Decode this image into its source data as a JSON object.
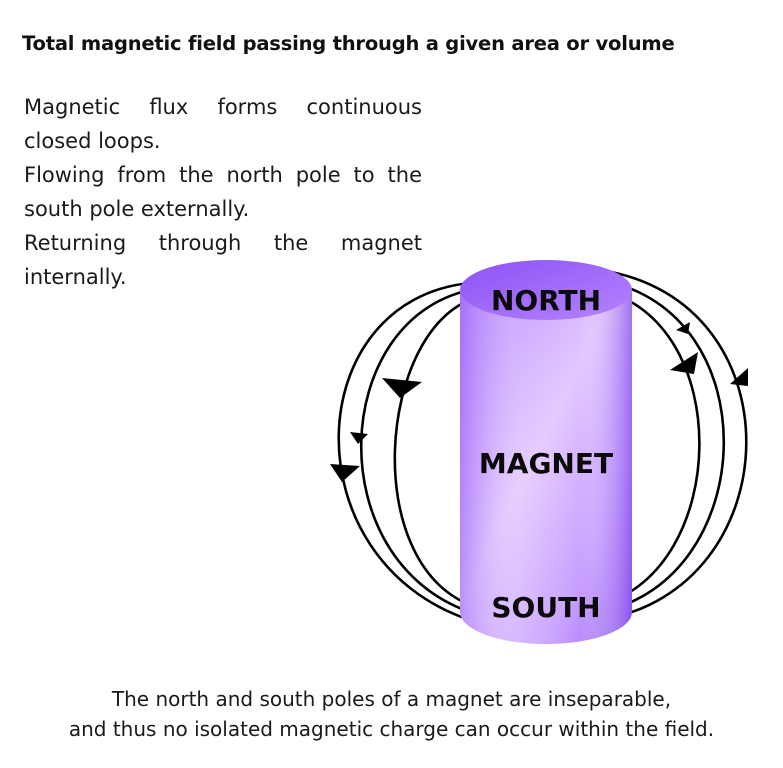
{
  "title": "Total magnetic field passing through a given area or volume",
  "description": [
    "Magnetic flux forms continuous closed loops.",
    "Flowing from the north pole to the south pole externally.",
    "Returning through the magnet internally."
  ],
  "magnet": {
    "north_label": "NORTH",
    "center_label": "MAGNET",
    "south_label": "SOUTH",
    "colors": {
      "light": "#e6c8ff",
      "mid": "#c79bff",
      "dark": "#8a55f0"
    }
  },
  "footer": [
    "The north and south poles of a magnet are inseparable,",
    "and thus no isolated magnetic charge can occur within the field."
  ]
}
